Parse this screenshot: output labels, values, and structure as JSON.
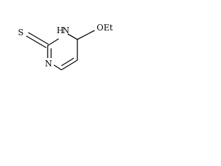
{
  "molecule": {
    "atoms": {
      "thione_sulfur": "S",
      "ring_nh": "H",
      "ring_nh_nitrogen": "N",
      "ring_n": "N",
      "ethoxy_group": "OEt"
    }
  },
  "colors": {
    "bond": "#000000",
    "text": "#000000",
    "background": "#ffffff"
  }
}
